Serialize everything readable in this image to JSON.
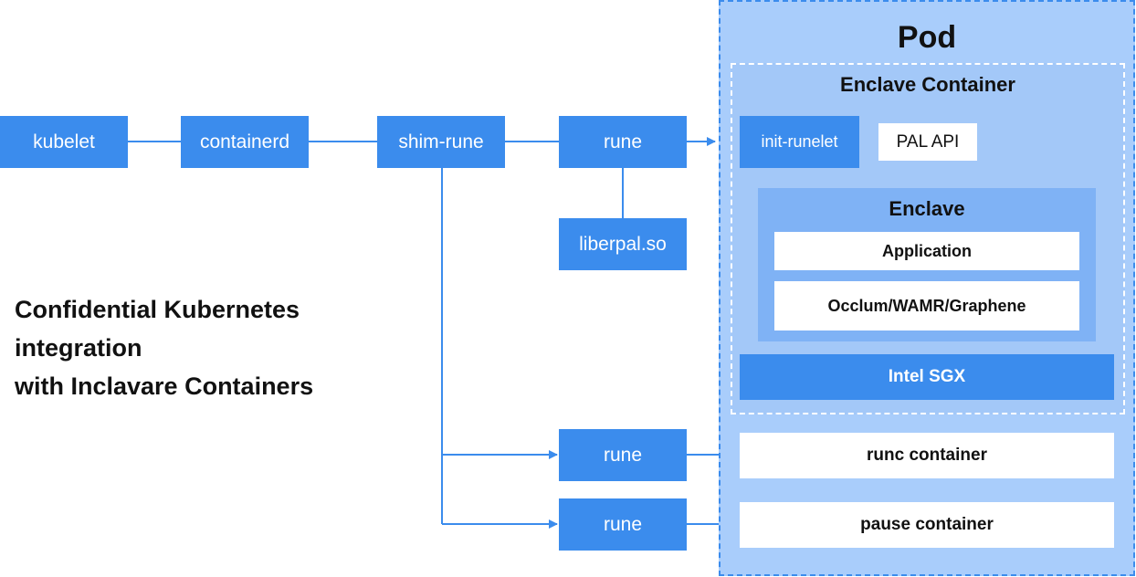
{
  "pod": {
    "title": "Pod",
    "enclave_container": {
      "title": "Enclave Container",
      "init_runelet": "init-runelet",
      "pal_api": "PAL API",
      "enclave": {
        "title": "Enclave",
        "application": "Application",
        "libos": "Occlum/WAMR/Graphene"
      },
      "intel_sgx": "Intel SGX"
    },
    "runc_container": "runc container",
    "pause_container": "pause container"
  },
  "pipeline": {
    "kubelet": "kubelet",
    "containerd": "containerd",
    "shim_rune": "shim-rune",
    "rune_top": "rune",
    "liberpal": "liberpal.so",
    "rune_mid": "rune",
    "rune_bottom": "rune"
  },
  "caption": {
    "line1": "Confidential Kubernetes",
    "line2": "integration",
    "line3": "with Inclavare Containers"
  },
  "colors": {
    "accent": "#3b8ced",
    "pod_bg": "#a9cdfb",
    "enclave_bg": "#7fb2f5"
  }
}
